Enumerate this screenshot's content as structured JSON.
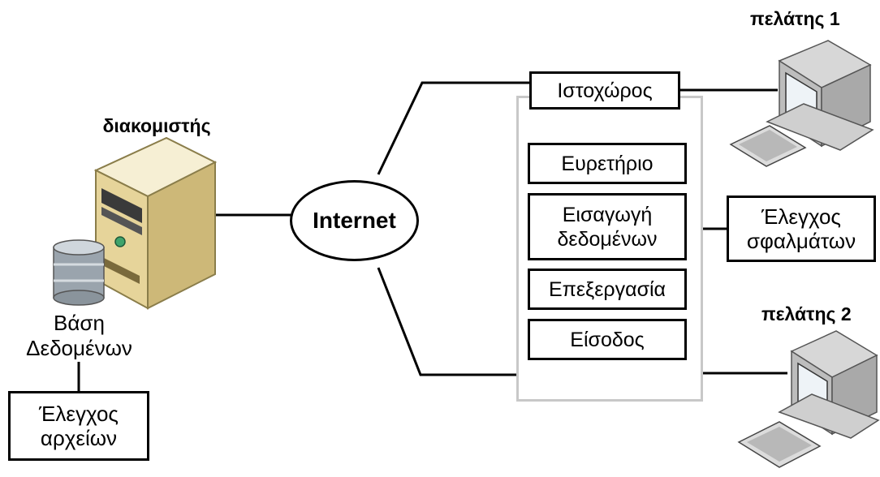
{
  "server": {
    "label": "διακομιστής",
    "icon": "server-icon"
  },
  "database": {
    "label_line1": "Βάση",
    "label_line2": "Δεδομένων",
    "icon": "database-icon"
  },
  "file_check": {
    "line1": "Έλεγχος",
    "line2": "αρχείων"
  },
  "internet": {
    "label": "Internet"
  },
  "website": {
    "label": "Ιστοχώρος"
  },
  "modules": {
    "index": "Ευρετήριο",
    "data_entry_line1": "Εισαγωγή",
    "data_entry_line2": "δεδομένων",
    "processing": "Επεξεργασία",
    "login": "Είσοδος"
  },
  "error_check": {
    "line1": "Έλεγχος",
    "line2": "σφαλμάτων"
  },
  "client1": {
    "label": "πελάτης 1",
    "icon": "computer-icon"
  },
  "client2": {
    "label": "πελάτης 2",
    "icon": "computer-icon"
  },
  "colors": {
    "line": "#000000",
    "panel_border": "#c8c8c8",
    "server_body": "#efe3b8",
    "monitor": "#e3e3e3"
  }
}
